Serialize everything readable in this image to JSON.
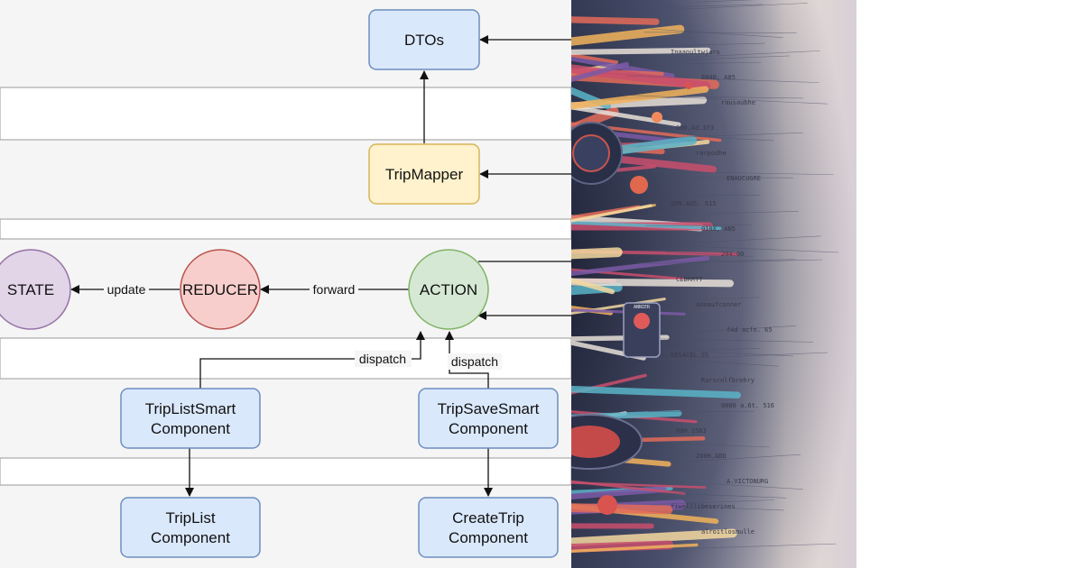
{
  "diagram": {
    "nodes": {
      "dtos": "DTOs",
      "tripmapper": "TripMapper",
      "state": "STATE",
      "reducer": "REDUCER",
      "action": "ACTION",
      "triplistsmart": [
        "TripListSmart",
        "Component"
      ],
      "tripsavesmart": [
        "TripSaveSmart",
        "Component"
      ],
      "triplist": [
        "TripList",
        "Component"
      ],
      "createtrip": [
        "CreateTrip",
        "Component"
      ]
    },
    "edges": {
      "update": "update",
      "forward": "forward",
      "dispatch_left": "dispatch",
      "dispatch_right": "dispatch"
    },
    "colors": {
      "box_fill": "#dae8fc",
      "box_stroke": "#6c8ebf",
      "mapper_fill": "#fff2cc",
      "mapper_stroke": "#d6b656",
      "state_fill": "#e1d5e7",
      "state_stroke": "#9673a6",
      "reducer_fill": "#f8cecc",
      "reducer_stroke": "#b85450",
      "action_fill": "#d5e8d4",
      "action_stroke": "#82b366"
    }
  },
  "illustration": {
    "labels": [
      "Inaaoultwjars",
      "8040, A85",
      "rausaubhe",
      "000,Ad.3Y3",
      "rarpodhe",
      "ENAUCUGRE",
      "SDN.AUS. 515",
      "010X, AN5",
      "204:00",
      "CEBRRTT",
      "aooaufconner",
      "fAd acfn. 65",
      "S8S4CEL.SS",
      "Rarscnlfbrehry",
      "0006 a.6t. 516",
      "00H 1503",
      "200H.ADD",
      "A.VICTONURG",
      "fiwelllibeserines",
      "alroitlosmulle"
    ],
    "screen_card_label": "ANNIER"
  }
}
